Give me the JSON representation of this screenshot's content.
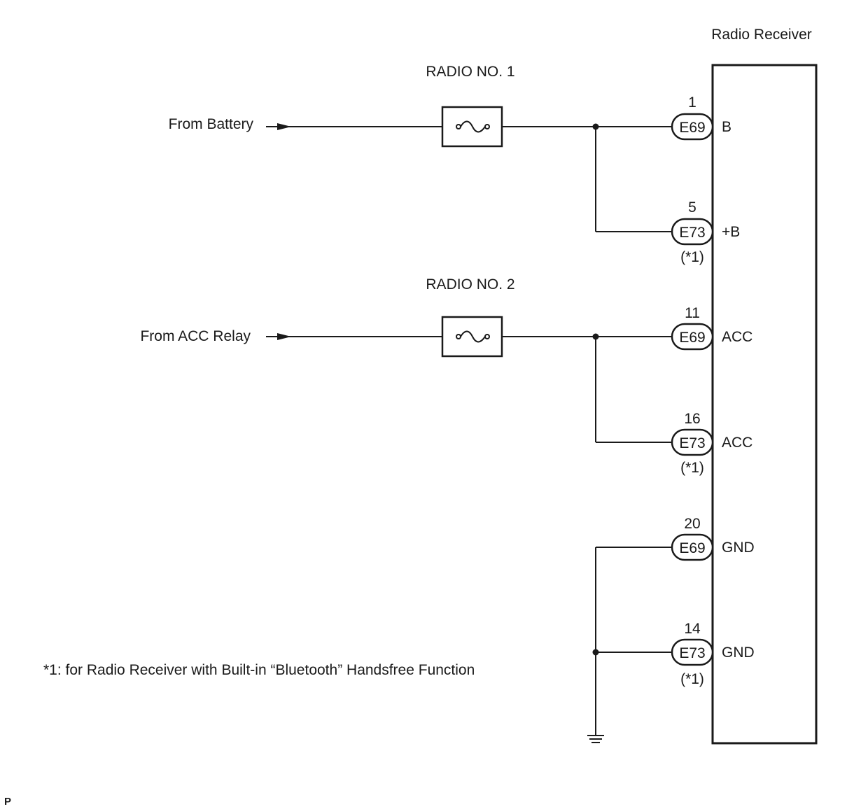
{
  "receiver": {
    "title": "Radio Receiver"
  },
  "sources": {
    "battery": "From Battery",
    "acc_relay": "From ACC Relay"
  },
  "fuses": {
    "fuse1": "RADIO NO. 1",
    "fuse2": "RADIO NO. 2"
  },
  "pins": [
    {
      "pin": "1",
      "connector": "E69",
      "signal": "B",
      "note": ""
    },
    {
      "pin": "5",
      "connector": "E73",
      "signal": "+B",
      "note": "(*1)"
    },
    {
      "pin": "11",
      "connector": "E69",
      "signal": "ACC",
      "note": ""
    },
    {
      "pin": "16",
      "connector": "E73",
      "signal": "ACC",
      "note": "(*1)"
    },
    {
      "pin": "20",
      "connector": "E69",
      "signal": "GND",
      "note": ""
    },
    {
      "pin": "14",
      "connector": "E73",
      "signal": "GND",
      "note": "(*1)"
    }
  ],
  "footnote": "*1: for Radio Receiver with Built-in “Bluetooth” Handsfree Function",
  "corner_mark": "P"
}
